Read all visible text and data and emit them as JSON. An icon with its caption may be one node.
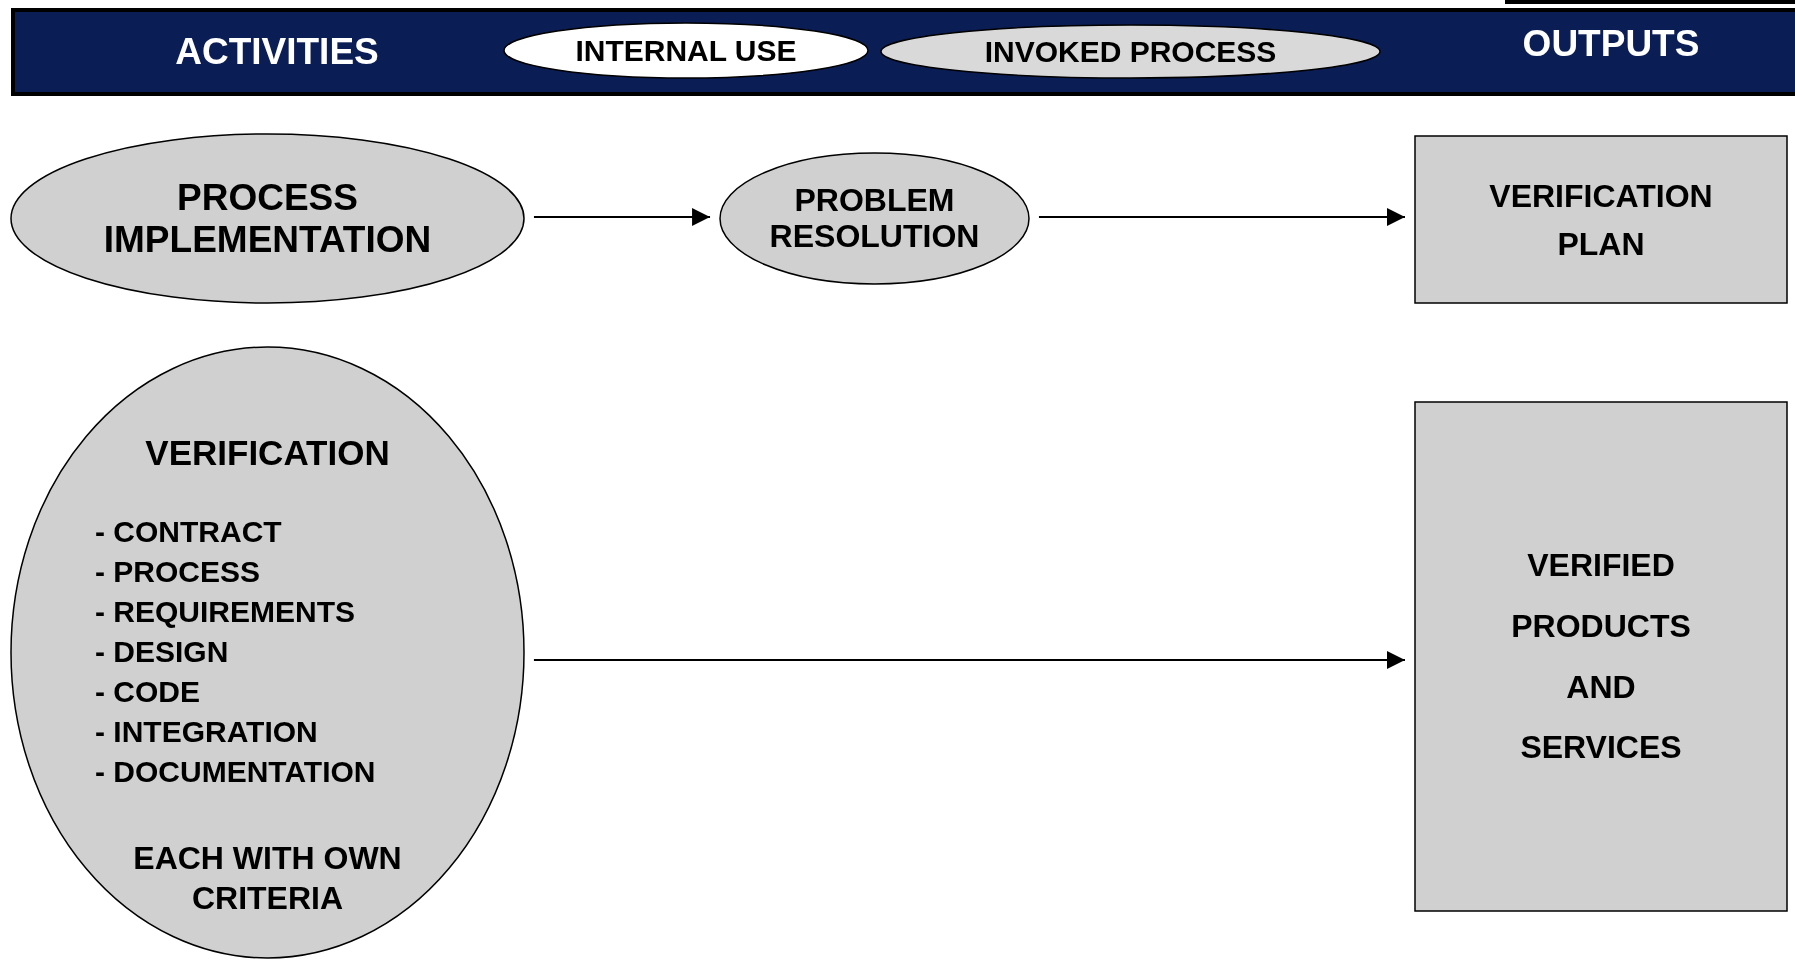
{
  "diagram": {
    "nodes": [
      {
        "text": [
          "PROCESS IMPLEMENTATION"
        ]
      },
      {
        "text": [
          "PROBLEM RESOLUTION"
        ]
      },
      {
        "text": [
          "VERIFICATION PLAN"
        ]
      },
      {
        "text": [
          "VERIFICATION",
          "- CONTRACT",
          "- PROCESS",
          "- REQUIREMENTS",
          "- DESIGN",
          "- CODE",
          "- INTEGRATION",
          "- DOCUMENTATION",
          "EACH WITH OWN CRITERIA"
        ]
      },
      {
        "text": [
          "VERIFIED PRODUCTS AND SERVICES"
        ]
      }
    ],
    "edges": [
      {
        "from": 0,
        "to": 1,
        "arrow": "to"
      },
      {
        "from": 1,
        "to": 2,
        "arrow": "to"
      },
      {
        "from": 3,
        "to": 4,
        "arrow": "to"
      }
    ],
    "labels": [
      "ACTIVITIES",
      "OUTPUTS"
    ],
    "legend": [
      {
        "text": "INTERNAL USE",
        "color": "#ffffff"
      },
      {
        "text": "INVOKED PROCESS",
        "color": "#d9d9d9"
      }
    ]
  }
}
